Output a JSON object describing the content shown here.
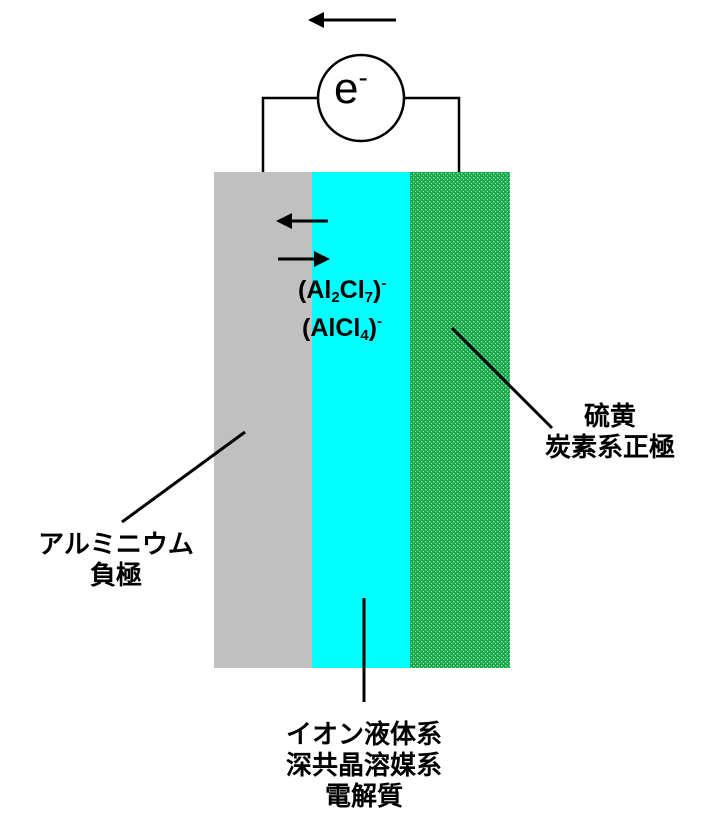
{
  "electron": {
    "symbol": "e",
    "charge": "-"
  },
  "anode": {
    "label_line1": "アルミニウム",
    "label_line2": "負極"
  },
  "cathode": {
    "label_line1": "硫黄",
    "label_line2": "炭素系正極"
  },
  "electrolyte": {
    "label_line1": "イオン液体系",
    "label_line2": "深共晶溶媒系",
    "label_line3": "電解質"
  },
  "ions": {
    "ion1": {
      "open": "(Al",
      "sub1": "2",
      "mid": "Cl",
      "sub2": "7",
      "close": ")",
      "charge": "-"
    },
    "ion2": {
      "open": "(AlCl",
      "sub1": "4",
      "close": ")",
      "charge": "-"
    }
  },
  "colors": {
    "anode": "#c0c0c0",
    "electrolyte": "#00ffff",
    "cathode": "#1aa84a",
    "cathode_dots": "#9fe0b8"
  }
}
